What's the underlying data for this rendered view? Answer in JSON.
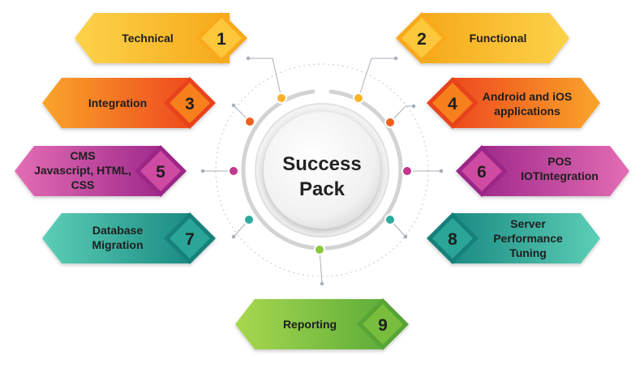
{
  "center": {
    "line1": "Success",
    "line2": "Pack"
  },
  "items": [
    {
      "number": "1",
      "label_lines": [
        "Technical"
      ],
      "color": "#f7b32b"
    },
    {
      "number": "2",
      "label_lines": [
        "Functional"
      ],
      "color": "#f7a21b"
    },
    {
      "number": "3",
      "label_lines": [
        "Integration"
      ],
      "color": "#f0651f"
    },
    {
      "number": "4",
      "label_lines": [
        "Android and iOS",
        "applications"
      ],
      "color": "#ec5a22"
    },
    {
      "number": "5",
      "label_lines": [
        "CMS",
        "Javascript, HTML,",
        "CSS"
      ],
      "color": "#c2378f"
    },
    {
      "number": "6",
      "label_lines": [
        "POS",
        "IOTIntegration"
      ],
      "color": "#c2378f"
    },
    {
      "number": "7",
      "label_lines": [
        "Database",
        "Migration"
      ],
      "color": "#2bab9e"
    },
    {
      "number": "8",
      "label_lines": [
        "Server",
        "Performance",
        "Tuning"
      ],
      "color": "#2bab9e"
    },
    {
      "number": "9",
      "label_lines": [
        "Reporting"
      ],
      "color": "#7dc141"
    }
  ]
}
